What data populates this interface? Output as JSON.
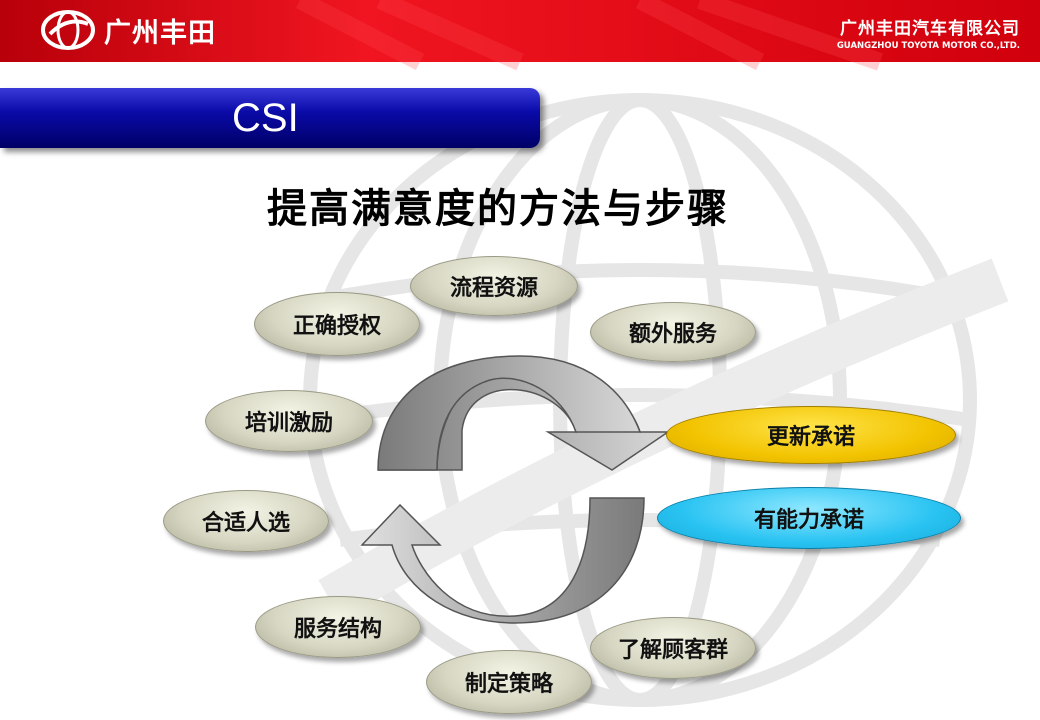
{
  "header": {
    "logo_text": "广州丰田",
    "company_cn": "广州丰田汽车有限公司",
    "company_en": "GUANGZHOU TOYOTA MOTOR CO.,LTD."
  },
  "title_bar": "CSI",
  "heading": "提高满意度的方法与步骤",
  "nodes": {
    "liucheng": "流程资源",
    "zhengque": "正确授权",
    "ewai": "额外服务",
    "peixun": "培训激励",
    "gengxin": "更新承诺",
    "youneng": "有能力承诺",
    "heshi": "合适人选",
    "fuwu": "服务结构",
    "liaojie": "了解顾客群",
    "zhiding": "制定策略"
  },
  "colors": {
    "header_red": "#e8101a",
    "title_blue": "#0a0aa8",
    "highlight_yellow": "#f2c300",
    "highlight_cyan": "#29c3f2",
    "arrow_gray": "#9a9a9a"
  }
}
